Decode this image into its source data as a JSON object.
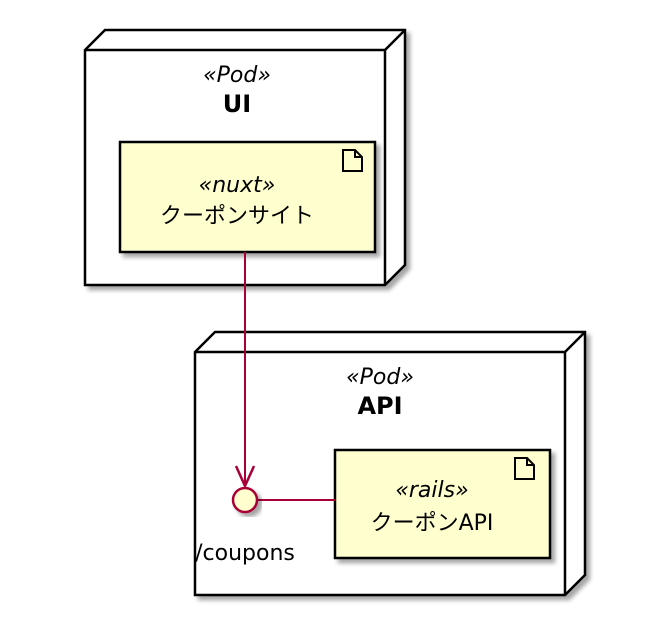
{
  "nodes": {
    "ui": {
      "stereotype": "«Pod»",
      "title": "UI"
    },
    "api": {
      "stereotype": "«Pod»",
      "title": "API"
    }
  },
  "artifacts": {
    "site": {
      "stereotype": "«nuxt»",
      "label": "クーポンサイト"
    },
    "api": {
      "stereotype": "«rails»",
      "label": "クーポンAPI"
    }
  },
  "interface": {
    "label": "/coupons"
  },
  "colors": {
    "artifact_fill": "#FEFECE",
    "interface_fill": "#FEFECE",
    "stroke": "#000000",
    "arrow": "#A80036"
  }
}
